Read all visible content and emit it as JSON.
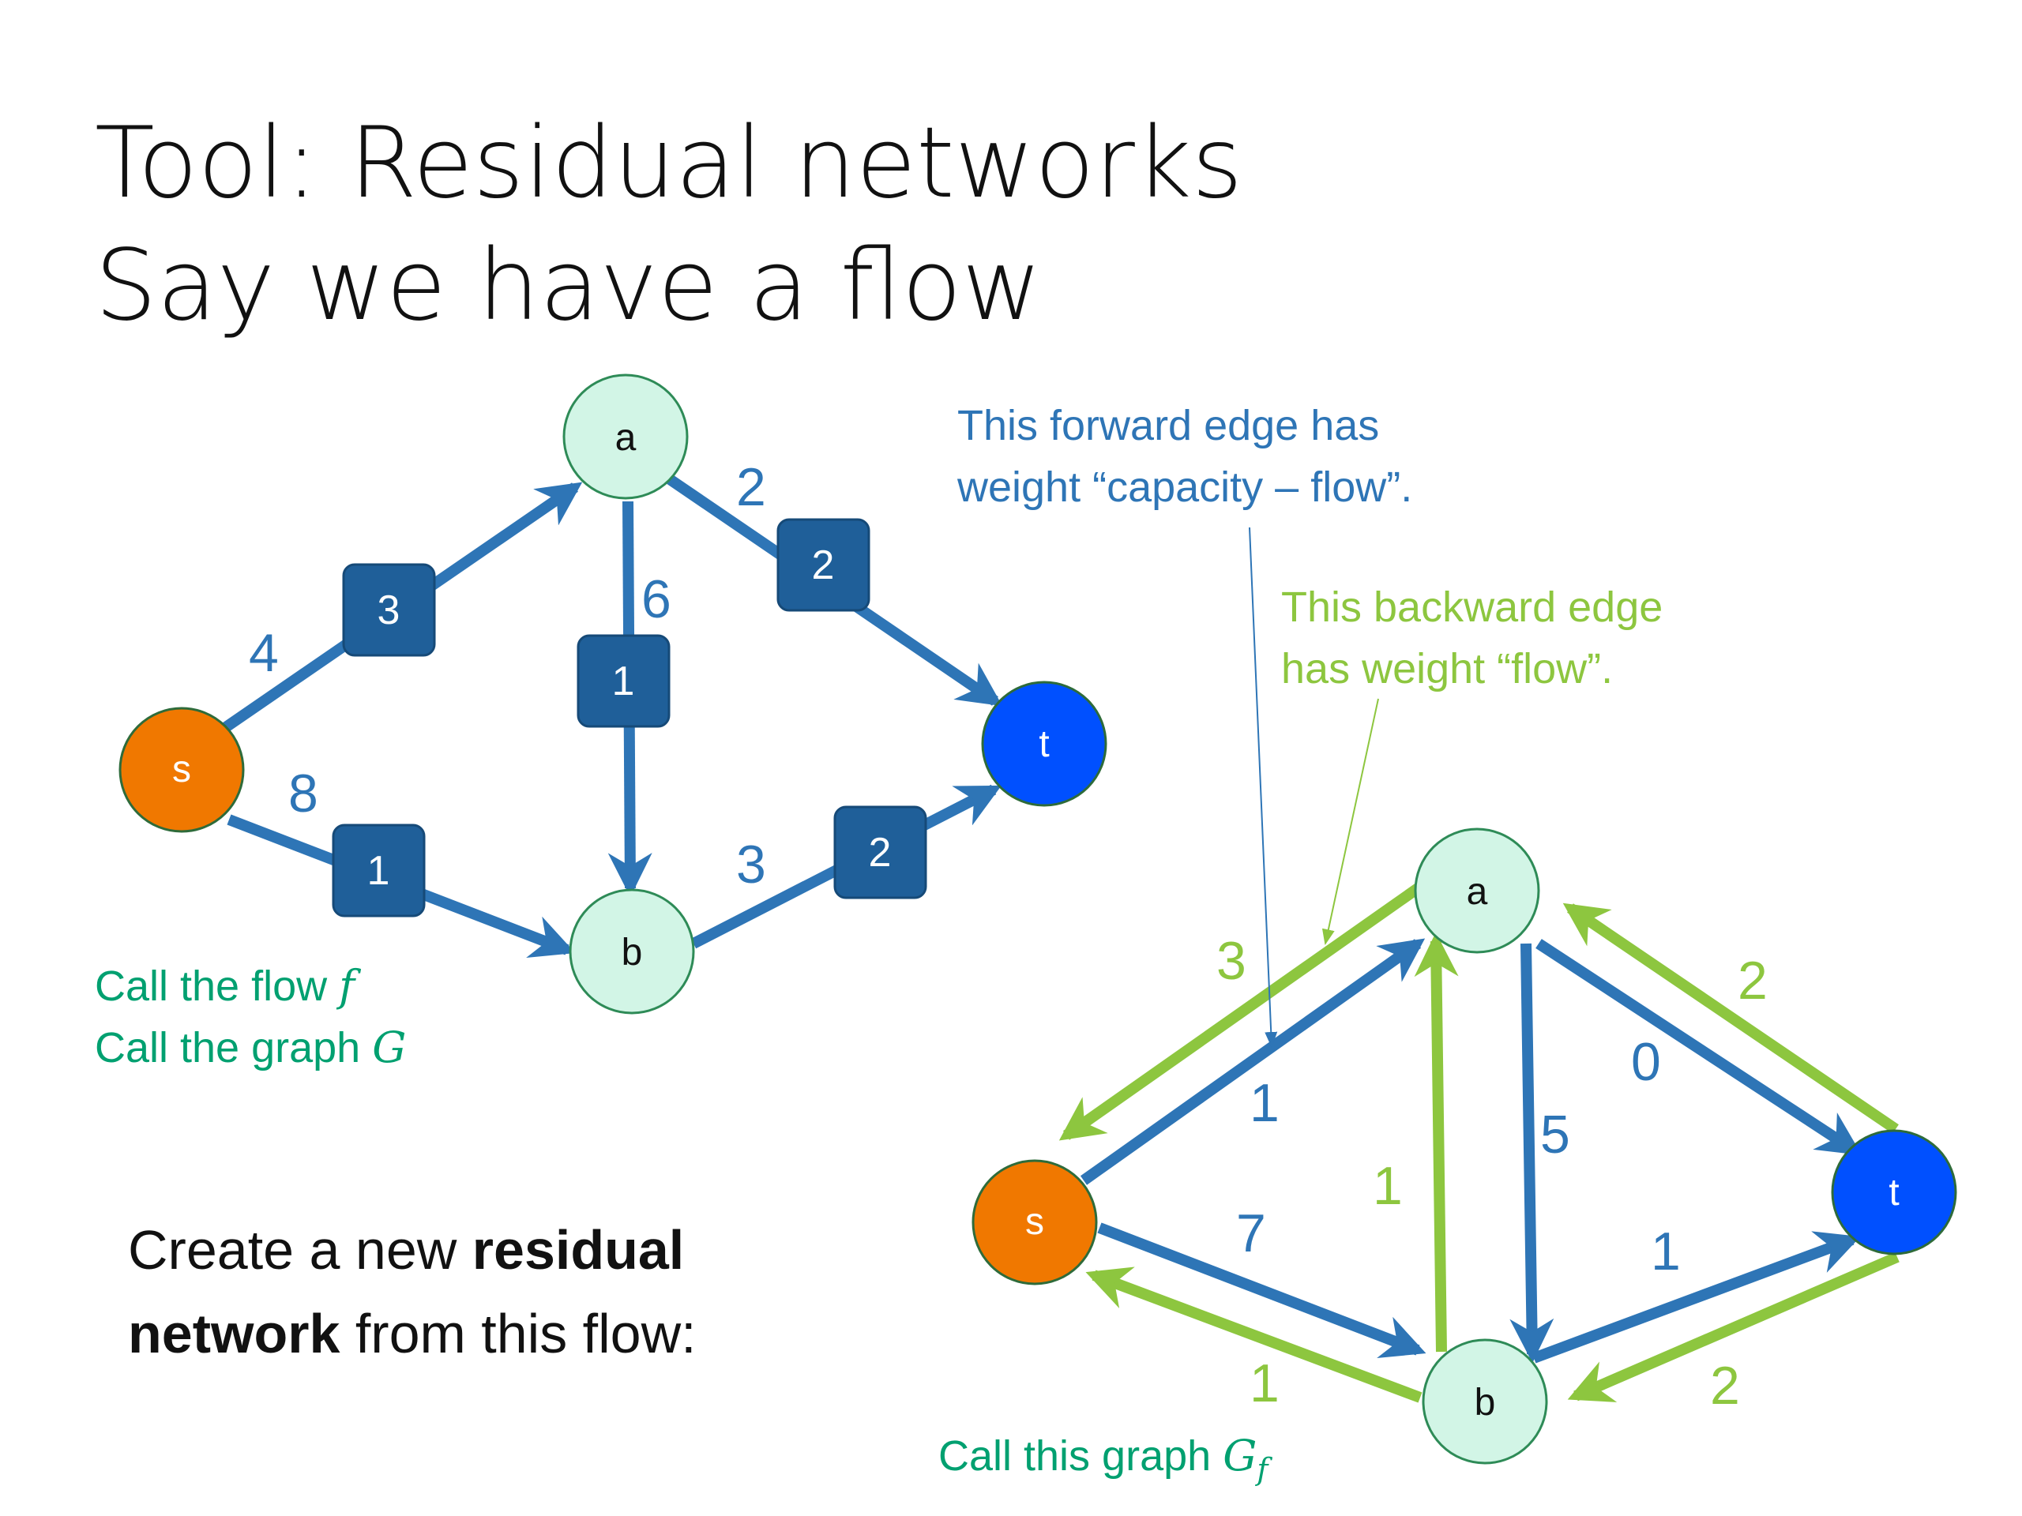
{
  "title": {
    "line1": "Tool: Residual networks",
    "line2": "Say we have a flow"
  },
  "colors": {
    "blue_edge": "#2e75b6",
    "green_edge": "#8dc63f",
    "flow_box": "#1f5f99",
    "node_light": "#d2f5e6",
    "node_source": "#f07800",
    "node_sink": "#0050ff",
    "annotation_green": "#00a070"
  },
  "graph_g": {
    "nodes": {
      "s": "s",
      "a": "a",
      "b": "b",
      "t": "t"
    },
    "edges": [
      {
        "from": "s",
        "to": "a",
        "capacity": "4",
        "flow": "3"
      },
      {
        "from": "s",
        "to": "b",
        "capacity": "8",
        "flow": "1"
      },
      {
        "from": "a",
        "to": "b",
        "capacity": "6",
        "flow": "1"
      },
      {
        "from": "a",
        "to": "t",
        "capacity": "2",
        "flow": "2"
      },
      {
        "from": "b",
        "to": "t",
        "capacity": "3",
        "flow": "2"
      }
    ]
  },
  "graph_gf": {
    "nodes": {
      "s": "s",
      "a": "a",
      "b": "b",
      "t": "t"
    },
    "forward_edges": [
      {
        "from": "s",
        "to": "a",
        "weight": "1"
      },
      {
        "from": "s",
        "to": "b",
        "weight": "7"
      },
      {
        "from": "a",
        "to": "b",
        "weight": "5"
      },
      {
        "from": "a",
        "to": "t",
        "weight": "0"
      },
      {
        "from": "b",
        "to": "t",
        "weight": "1"
      }
    ],
    "backward_edges": [
      {
        "from": "a",
        "to": "s",
        "weight": "3"
      },
      {
        "from": "b",
        "to": "s",
        "weight": "1"
      },
      {
        "from": "b",
        "to": "a",
        "weight": "1"
      },
      {
        "from": "t",
        "to": "a",
        "weight": "2"
      },
      {
        "from": "t",
        "to": "b",
        "weight": "2"
      }
    ]
  },
  "annotations": {
    "forward_note": [
      "This forward edge has",
      "weight “capacity – flow”."
    ],
    "backward_note": [
      "This backward edge",
      "has weight “flow”."
    ],
    "call_flow_prefix": "Call the flow ",
    "call_flow_symbol": "f",
    "call_graph_prefix": "Call the graph ",
    "call_graph_symbol": "G",
    "call_gf_prefix": "Call this graph  ",
    "call_gf_symbol": "G",
    "call_gf_subscript": "f"
  },
  "create_text": {
    "part1": "Create a new ",
    "bold1": "residual",
    "bold2": "network",
    "part2": " from this flow:"
  }
}
